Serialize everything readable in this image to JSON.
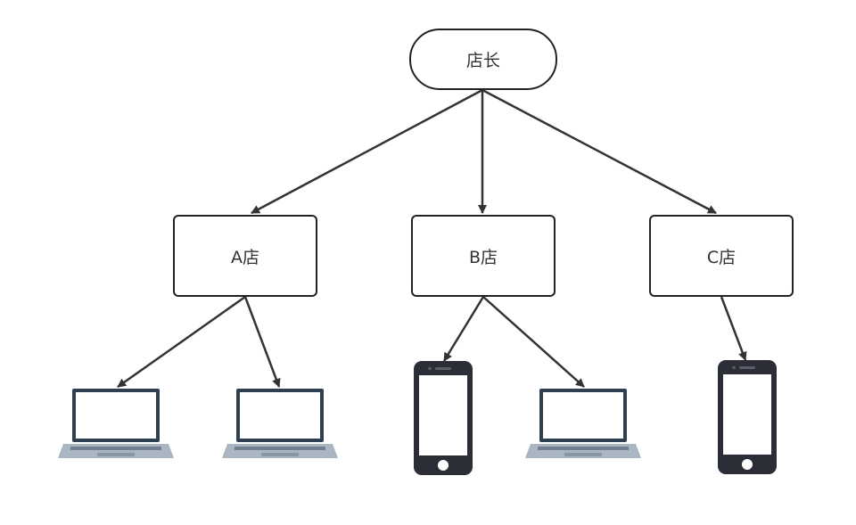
{
  "root": {
    "label": "店长"
  },
  "stores": [
    {
      "label": "A店",
      "devices": [
        "laptop",
        "laptop"
      ]
    },
    {
      "label": "B店",
      "devices": [
        "phone",
        "laptop"
      ]
    },
    {
      "label": "C店",
      "devices": [
        "phone"
      ]
    }
  ],
  "colors": {
    "stroke": "#222222",
    "arrow": "#333333",
    "text": "#333333",
    "laptop_frame": "#2f3f52",
    "laptop_base": "#aab6c2",
    "laptop_keys": "#6f7f8f",
    "phone_body": "#2b2e36"
  },
  "icons": {
    "laptop": "laptop-icon",
    "phone": "smartphone-icon"
  }
}
